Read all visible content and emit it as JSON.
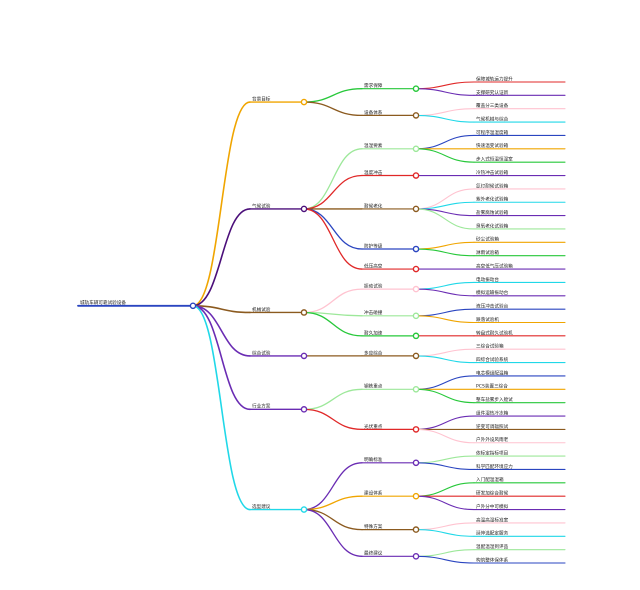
{
  "root": {
    "label": "城轨车辆可靠试验设备",
    "color": "#2a45c0"
  },
  "branches": [
    {
      "label": "背景目标",
      "color": "#f0a500",
      "children": [
        {
          "label": "需求保障",
          "color": "#27c83a",
          "children": [
            {
              "label": "保障城轨运力提升",
              "color": "#e02828"
            },
            {
              "label": "支撑研究认证新",
              "color": "#6a2cb3"
            }
          ]
        },
        {
          "label": "设备体系",
          "color": "#8b5a1f",
          "children": [
            {
              "label": "覆盖分三类设备",
              "color": "#ffc3d0"
            },
            {
              "label": "气候机械与综合",
              "color": "#20d8e8"
            }
          ]
        }
      ]
    },
    {
      "label": "气候试验",
      "color": "#4b0f7a",
      "children": [
        {
          "label": "温湿要素",
          "color": "#9de89a",
          "children": [
            {
              "label": "可程序温湿度箱",
              "color": "#2a45c0"
            },
            {
              "label": "快速温变试验箱",
              "color": "#f0a500"
            },
            {
              "label": "步入式恒温恒湿室",
              "color": "#27c83a"
            }
          ]
        },
        {
          "label": "温度冲击",
          "color": "#e02828",
          "children": [
            {
              "label": "冷热冲击试验箱",
              "color": "#6a2cb3"
            }
          ]
        },
        {
          "label": "耐候老化",
          "color": "#8b5a1f",
          "children": [
            {
              "label": "氙灯耐候试验箱",
              "color": "#ffc3d0"
            },
            {
              "label": "紫外老化试验箱",
              "color": "#20d8e8"
            },
            {
              "label": "盐雾腐蚀试验箱",
              "color": "#6a2cb3"
            },
            {
              "label": "臭氧老化试验箱",
              "color": "#9de89a"
            }
          ]
        },
        {
          "label": "防护等级",
          "color": "#2a45c0",
          "children": [
            {
              "label": "砂尘试验箱",
              "color": "#f0a500"
            },
            {
              "label": "淋雨试验箱",
              "color": "#27c83a"
            }
          ]
        },
        {
          "label": "低压高空",
          "color": "#e02828",
          "children": [
            {
              "label": "高空低气压试验箱",
              "color": "#6a2cb3"
            }
          ]
        }
      ]
    },
    {
      "label": "机械试验",
      "color": "#8b5a1f",
      "children": [
        {
          "label": "振动试验",
          "color": "#ffc3d0",
          "children": [
            {
              "label": "电动振动台",
              "color": "#20d8e8"
            },
            {
              "label": "模拟运输振动台",
              "color": "#6a2cb3"
            }
          ]
        },
        {
          "label": "冲击碰撞",
          "color": "#9de89a",
          "children": [
            {
              "label": "液压冲击试验台",
              "color": "#2a45c0"
            },
            {
              "label": "跌落试验机",
              "color": "#f0a500"
            }
          ]
        },
        {
          "label": "耐久加速",
          "color": "#27c83a",
          "children": [
            {
              "label": "转盘式耐久试验机",
              "color": "#e02828"
            }
          ]
        }
      ]
    },
    {
      "label": "综合试验",
      "color": "#6a2cb3",
      "children": [
        {
          "label": "多应综合",
          "color": "#8b5a1f",
          "children": [
            {
              "label": "三综合试验箱",
              "color": "#ffc3d0"
            },
            {
              "label": "四综合试验系统",
              "color": "#20d8e8"
            }
          ]
        }
      ]
    },
    {
      "label": "行业方案",
      "color": "#6a2cb3",
      "children": [
        {
          "label": "钢铁重点",
          "color": "#9de89a",
          "children": [
            {
              "label": "电芯模组配温箱",
              "color": "#2a45c0"
            },
            {
              "label": "PCS装置三综合",
              "color": "#f0a500"
            },
            {
              "label": "整车盐雾步入舱试",
              "color": "#27c83a"
            }
          ]
        },
        {
          "label": "光伏重点",
          "color": "#e02828",
          "children": [
            {
              "label": "组件湿热冷冻箱",
              "color": "#6a2cb3"
            },
            {
              "label": "逆变可调辐照试",
              "color": "#8b5a1f"
            },
            {
              "label": "户外外设风雨老",
              "color": "#ffc3d0"
            }
          ]
        }
      ]
    },
    {
      "label": "选型建议",
      "color": "#20d8e8",
      "children": [
        {
          "label": "明确标准",
          "color": "#6a2cb3",
          "children": [
            {
              "label": "依标定指标项目",
              "color": "#9de89a"
            },
            {
              "label": "科学匹配环境应力",
              "color": "#2a45c0"
            }
          ]
        },
        {
          "label": "建设体系",
          "color": "#f0a500",
          "children": [
            {
              "label": "入门配温湿箱",
              "color": "#27c83a"
            },
            {
              "label": "研发加综合耐候",
              "color": "#e02828"
            },
            {
              "label": "户外分中可模拟",
              "color": "#6a2cb3"
            }
          ]
        },
        {
          "label": "特殊方案",
          "color": "#8b5a1f",
          "children": [
            {
              "label": "高温高湿标准室",
              "color": "#ffc3d0"
            },
            {
              "label": "延伸选配定服务",
              "color": "#20d8e8"
            }
          ]
        },
        {
          "label": "最终建议",
          "color": "#6a2cb3",
          "children": [
            {
              "label": "温配温湿到评品",
              "color": "#9de89a"
            },
            {
              "label": "构筑整体保体系",
              "color": "#2a45c0"
            }
          ]
        }
      ]
    }
  ]
}
